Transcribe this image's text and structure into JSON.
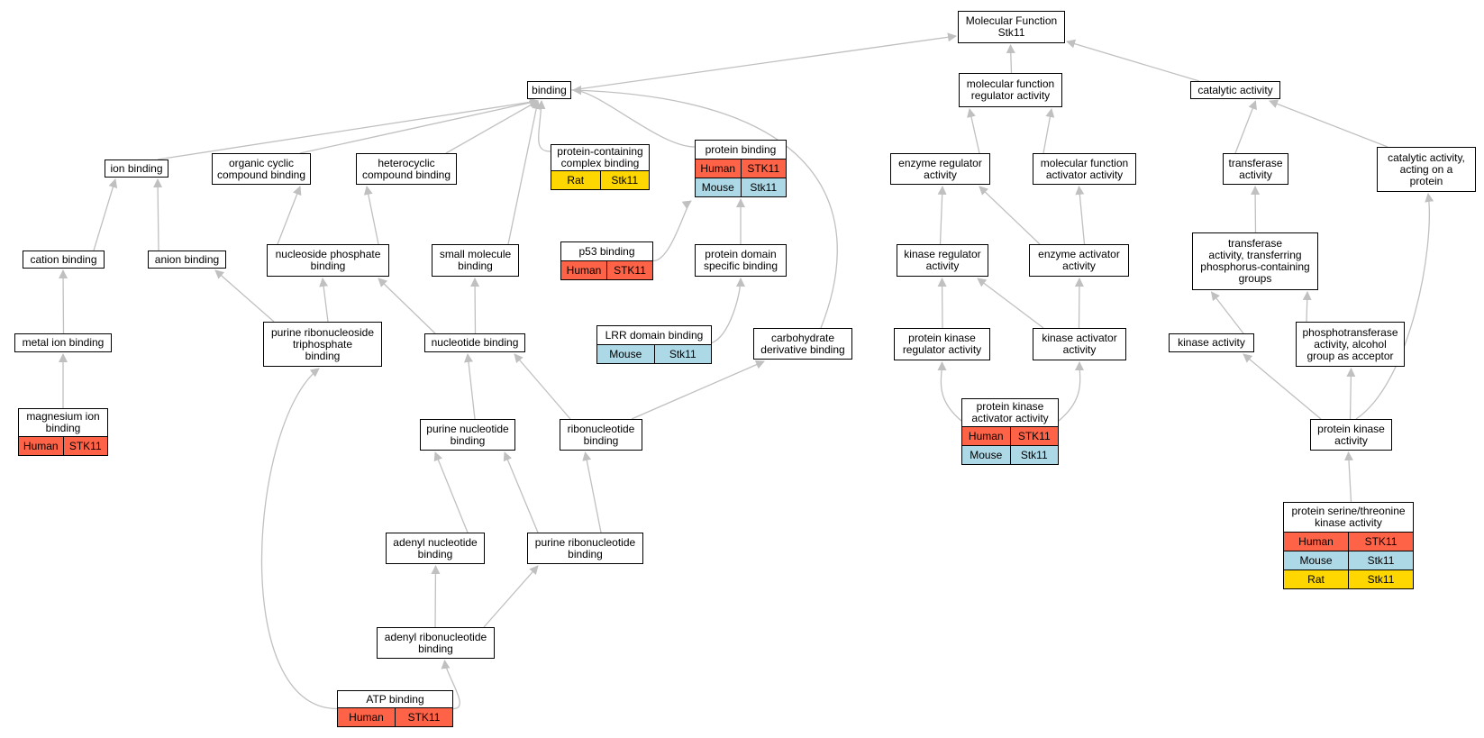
{
  "colors": {
    "edge": "#c0c0c0",
    "Human": "#ff6347",
    "Mouse": "#add8e6",
    "Rat": "#ffd700"
  },
  "nodes": {
    "root": "Molecular Function\nStk11",
    "binding": "binding",
    "mfreg": "molecular function\nregulator activity",
    "catalytic": "catalytic activity",
    "ion": "ion binding",
    "organic": "organic cyclic\ncompound binding",
    "hetero": "heterocyclic\ncompound binding",
    "pcc": "protein-containing\ncomplex binding",
    "protein": "protein binding",
    "enzreg": "enzyme regulator\nactivity",
    "mfact": "molecular function\nactivator activity",
    "transferase": "transferase\nactivity",
    "catprot": "catalytic activity,\nacting on a\nprotein",
    "cation": "cation binding",
    "anion": "anion binding",
    "nucphos": "nucleoside phosphate\nbinding",
    "smallmol": "small molecule\nbinding",
    "p53": "p53 binding",
    "pdomain": "protein domain\nspecific binding",
    "kinreg": "kinase regulator\nactivity",
    "enzact": "enzyme activator\nactivity",
    "transphos": "transferase\nactivity, transferring\nphosphorus-containing\ngroups",
    "metal": "metal ion binding",
    "prnts": "purine ribonucleoside\ntriphosphate\nbinding",
    "nucleotide": "nucleotide binding",
    "lrr": "LRR domain binding",
    "carb": "carbohydrate\nderivative binding",
    "pkreg": "protein kinase\nregulator activity",
    "kinact": "kinase activator\nactivity",
    "kinase": "kinase activity",
    "phosalc": "phosphotransferase\nactivity, alcohol\ngroup as acceptor",
    "magnesium": "magnesium ion\nbinding",
    "purnuc": "purine nucleotide\nbinding",
    "ribonuc": "ribonucleotide\nbinding",
    "pkact": "protein kinase\nactivator activity",
    "pk": "protein kinase\nactivity",
    "adenyl": "adenyl nucleotide\nbinding",
    "purribo": "purine ribonucleotide\nbinding",
    "sertheo": "protein serine/threonine\nkinase activity",
    "adenylribo": "adenyl ribonucleotide\nbinding",
    "atp": "ATP binding"
  },
  "annotations": {
    "pcc": [
      [
        "Rat",
        "Stk11"
      ]
    ],
    "protein": [
      [
        "Human",
        "STK11"
      ],
      [
        "Mouse",
        "Stk11"
      ]
    ],
    "p53": [
      [
        "Human",
        "STK11"
      ]
    ],
    "lrr": [
      [
        "Mouse",
        "Stk11"
      ]
    ],
    "magnesium": [
      [
        "Human",
        "STK11"
      ]
    ],
    "pkact": [
      [
        "Human",
        "STK11"
      ],
      [
        "Mouse",
        "Stk11"
      ]
    ],
    "sertheo": [
      [
        "Human",
        "STK11"
      ],
      [
        "Mouse",
        "Stk11"
      ],
      [
        "Rat",
        "Stk11"
      ]
    ],
    "atp": [
      [
        "Human",
        "STK11"
      ]
    ]
  }
}
